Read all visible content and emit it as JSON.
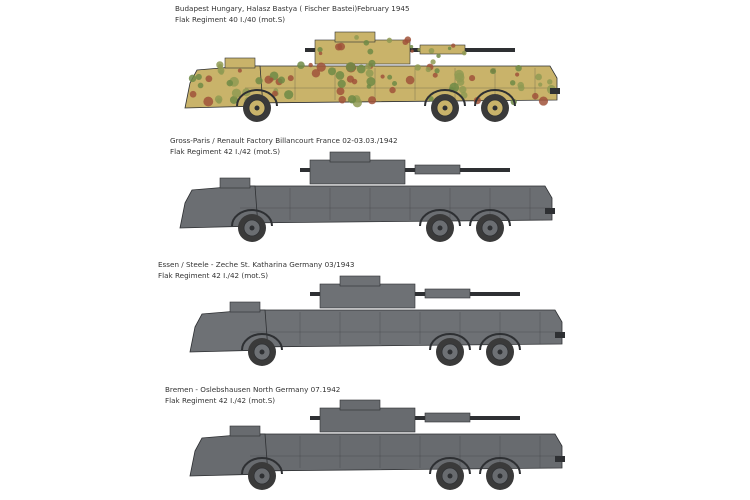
{
  "schemes": [
    {
      "location": "Budapest Hungary, Halasz Bastya ( Fischer Bastei)February 1945",
      "unit": "Flak Regiment 40  I./40 (mot.S)",
      "scheme": "camouflage",
      "base_color": "#c9b36a",
      "spot_colors": [
        "#6e8a45",
        "#a0523a",
        "#8f9a52"
      ]
    },
    {
      "location": "Gross-Paris / Renault Factory Billancourt France 02-03.03./1942",
      "unit": "Flak Regiment 42   I./42 (mot.S)",
      "scheme": "grey",
      "base_color": "#6b6e72"
    },
    {
      "location": "Essen / Steele - Zeche St. Katharina Germany 03/1943",
      "unit": "Flak Regiment 42   I./42 (mot.S)",
      "scheme": "grey",
      "base_color": "#6e7175"
    },
    {
      "location": "Bremen - Oslebshausen North Germany 07.1942",
      "unit": "Flak Regiment 42   I./42 (mot.S)",
      "scheme": "grey",
      "base_color": "#686b6f"
    }
  ]
}
